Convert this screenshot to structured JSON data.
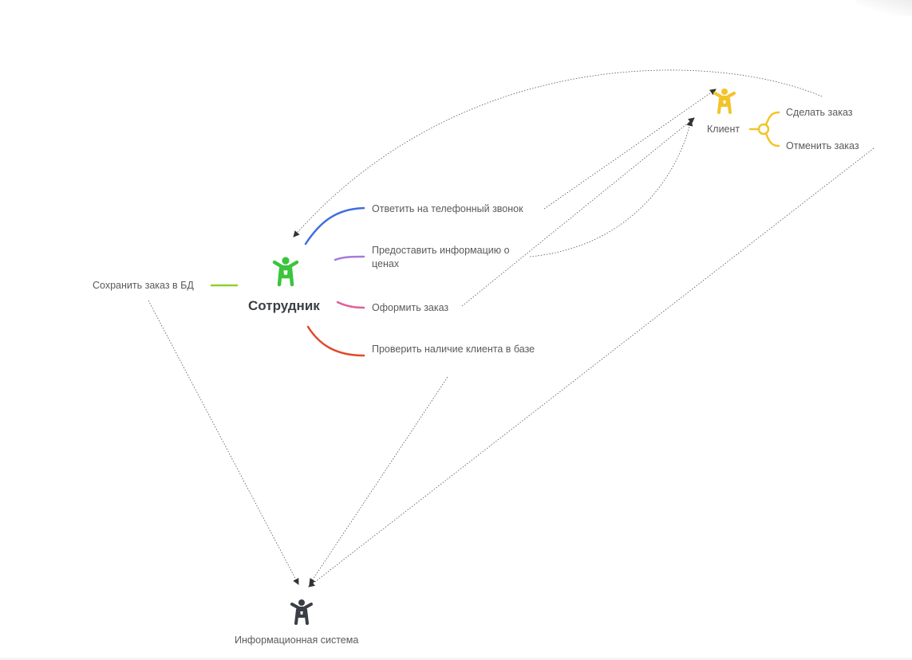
{
  "actors": {
    "employee": {
      "label": "Сотрудник",
      "color": "#3cc43c"
    },
    "client": {
      "label": "Клиент",
      "color": "#f2c42a"
    },
    "system": {
      "label": "Информационная система",
      "color": "#3b3f45"
    }
  },
  "employee_branches": {
    "answer_call": {
      "label": "Ответить на телефонный звонок",
      "color": "#3d6ee0"
    },
    "provide_prices": {
      "label": "Предоставить информацию о ценах",
      "color": "#a77bd8"
    },
    "place_order": {
      "label": "Оформить заказ",
      "color": "#e0609a"
    },
    "check_client": {
      "label": "Проверить наличие клиента в базе",
      "color": "#e04a2a"
    },
    "save_order": {
      "label": "Сохранить заказ в БД",
      "color": "#8fd12a"
    }
  },
  "client_branches": {
    "make_order": {
      "label": "Сделать заказ"
    },
    "cancel_order": {
      "label": "Отменить заказ"
    }
  }
}
